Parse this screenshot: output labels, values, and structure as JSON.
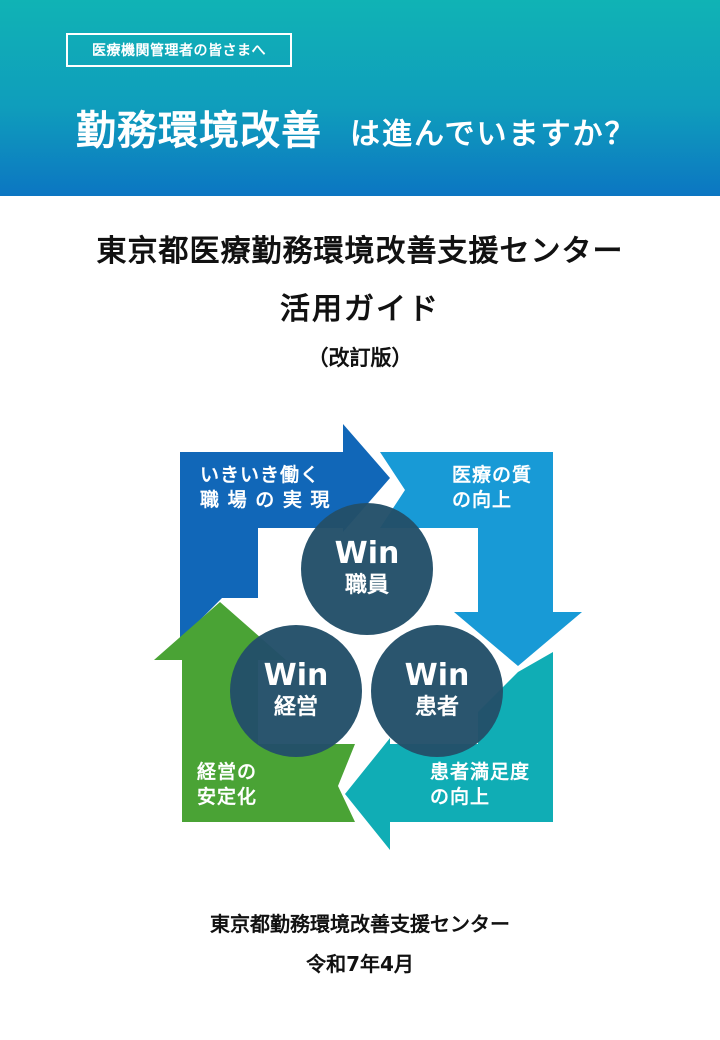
{
  "header": {
    "tag": "医療機関管理者の皆さまへ",
    "headline_main": "勤務環境改善",
    "headline_rest": "は進んでいますか？"
  },
  "titles": {
    "line1": "東京都医療勤務環境改善支援センター",
    "line2": "活用ガイド",
    "line3": "（改訂版）"
  },
  "cycle": {
    "arrows": {
      "staff_workplace": "いきいき働く\n職 場 の 実 現",
      "quality": "医療の質\nの向上",
      "patient": "患者満足度\nの向上",
      "management": "経営の\n安定化"
    },
    "wins": {
      "staff": {
        "win": "Win",
        "name": "職員"
      },
      "management": {
        "win": "Win",
        "name": "経営"
      },
      "patient": {
        "win": "Win",
        "name": "患者"
      }
    },
    "colors": {
      "blue_dark": "#1167b8",
      "blue_light": "#189ad6",
      "teal": "#10adb5",
      "green": "#4aa335",
      "circle": "#234f69"
    }
  },
  "footer": {
    "org": "東京都勤務環境改善支援センター",
    "date": "令和7年4月"
  }
}
